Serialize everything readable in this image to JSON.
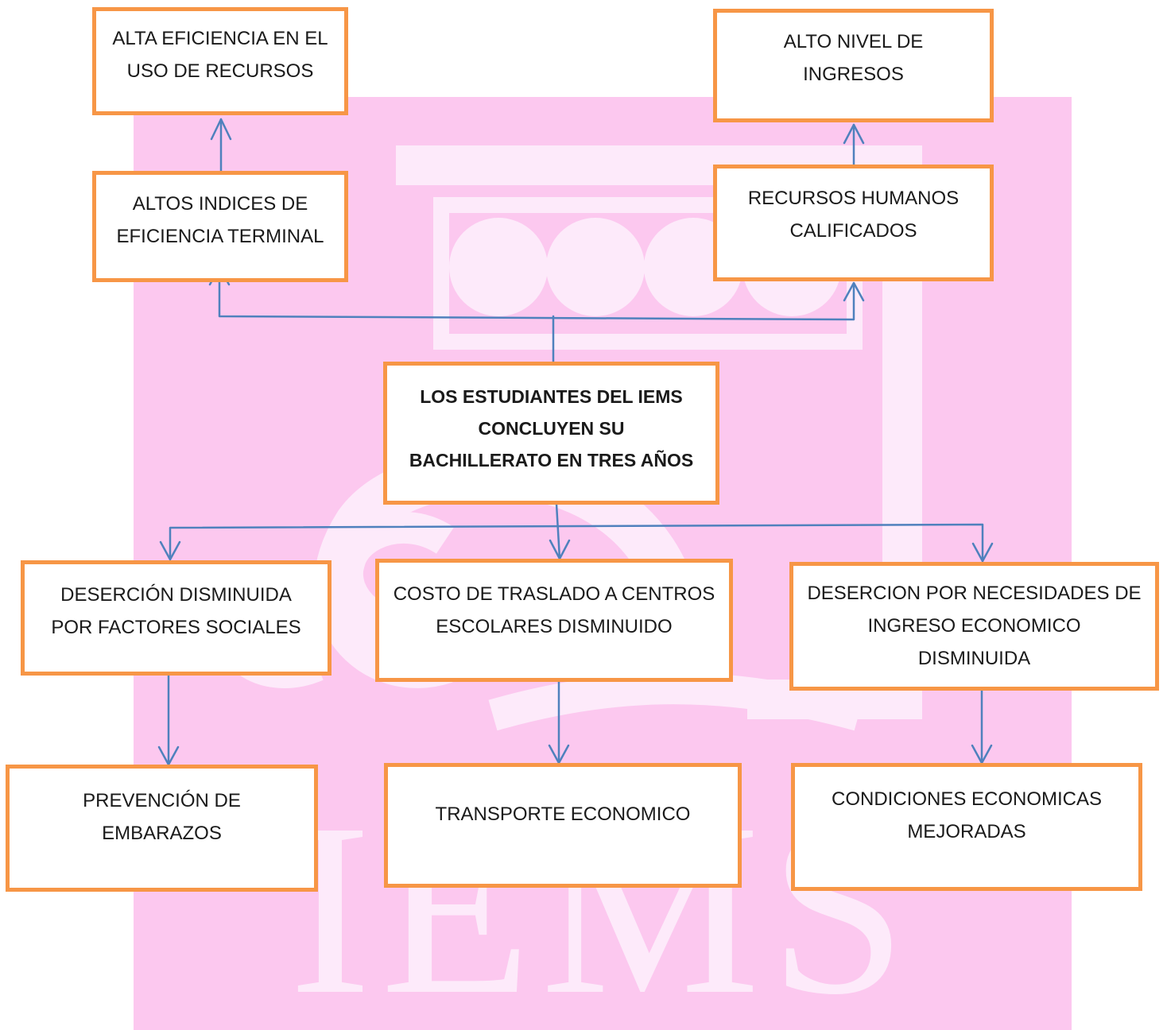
{
  "watermark": {
    "text": "IEMS",
    "background_color": "#fcc8ef",
    "mark_color": "#fdeafa"
  },
  "colors": {
    "box_border": "#f79646",
    "connector": "#4f81bd",
    "text": "#1a1a1a"
  },
  "nodes": {
    "alta_eficiencia": "ALTA EFICIENCIA EN EL\nUSO DE RECURSOS",
    "alto_nivel": "ALTO NIVEL DE\nINGRESOS",
    "altos_indices": "ALTOS INDICES DE\nEFICIENCIA TERMINAL",
    "recursos_humanos": "RECURSOS HUMANOS\nCALIFICADOS",
    "main": "LOS ESTUDIANTES DEL IEMS\nCONCLUYEN SU\nBACHILLERATO EN TRES AÑOS",
    "desercion_disminuida": "DESERCIÓN DISMINUIDA\nPOR FACTORES SOCIALES",
    "costo_traslado": "COSTO DE TRASLADO A CENTROS\nESCOLARES DISMINUIDO",
    "desercion_necesidades": "DESERCION POR NECESIDADES DE\nINGRESO ECONOMICO\nDISMINUIDA",
    "prevencion": "PREVENCIÓN DE\nEMBARAZOS",
    "transporte": "TRANSPORTE ECONOMICO",
    "condiciones": "CONDICIONES ECONOMICAS\nMEJORADAS"
  }
}
